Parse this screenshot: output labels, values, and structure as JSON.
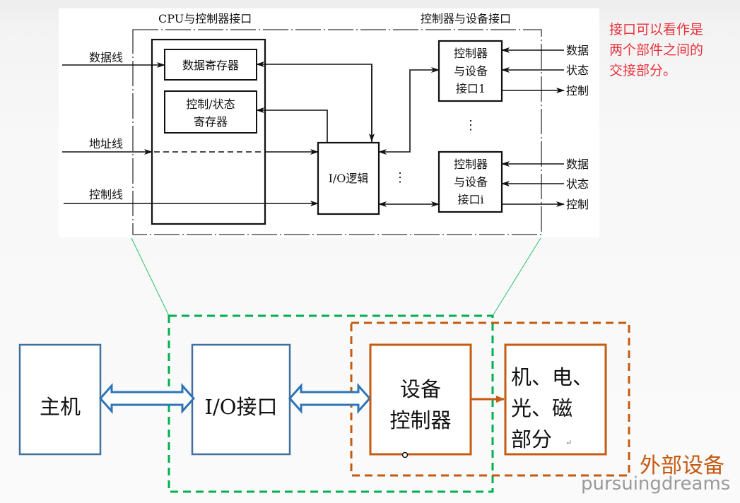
{
  "top_diagram": {
    "cpu_interface_title": "CPU与控制器接口",
    "device_interface_title": "控制器与设备接口",
    "bus_lines": {
      "data_line": "数据线",
      "address_line": "地址线",
      "control_line": "控制线"
    },
    "data_register": "数据寄存器",
    "control_status_register": [
      "控制/状态",
      "寄存器"
    ],
    "io_logic": "I/O逻辑",
    "controller_interface_1": [
      "控制器",
      "与设备",
      "接口1"
    ],
    "controller_interface_i": [
      "控制器",
      "与设备",
      "接口i"
    ],
    "ellipsis": "⋮",
    "device_signals_1": [
      "数据",
      "状态",
      "控制"
    ],
    "device_signals_i": [
      "数据",
      "状态",
      "控制"
    ]
  },
  "annotation": {
    "note_lines": [
      "接口可以看作是",
      "两个部件之间的",
      "交接部分。"
    ]
  },
  "bottom_diagram": {
    "host": "主机",
    "io_interface": "I/O接口",
    "device_controller": [
      "设备",
      "控制器"
    ],
    "physical_parts": [
      "机、电、",
      "光、磁",
      "部分"
    ],
    "return_mark": "↵",
    "external_device_label": "外部设备",
    "colors": {
      "blue": "#2e75b6",
      "box_blue": "#41719c",
      "orange": "#c55a11",
      "green": "#00b050",
      "note_red": "#e8323c"
    }
  },
  "watermark": "pursuingdreams"
}
